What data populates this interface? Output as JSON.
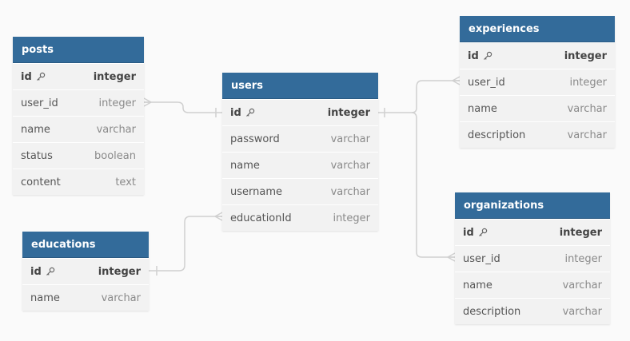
{
  "colors": {
    "header": "#336b9a",
    "row_bg": "#f2f2f2",
    "line": "#d0d0d0",
    "background": "#fafafa"
  },
  "tables": {
    "posts": {
      "name": "posts",
      "fields": [
        {
          "name": "id",
          "type": "integer",
          "pk": true
        },
        {
          "name": "user_id",
          "type": "integer"
        },
        {
          "name": "name",
          "type": "varchar"
        },
        {
          "name": "status",
          "type": "boolean"
        },
        {
          "name": "content",
          "type": "text"
        }
      ]
    },
    "users": {
      "name": "users",
      "fields": [
        {
          "name": "id",
          "type": "integer",
          "pk": true
        },
        {
          "name": "password",
          "type": "varchar"
        },
        {
          "name": "name",
          "type": "varchar"
        },
        {
          "name": "username",
          "type": "varchar"
        },
        {
          "name": "educationId",
          "type": "integer"
        }
      ]
    },
    "experiences": {
      "name": "experiences",
      "fields": [
        {
          "name": "id",
          "type": "integer",
          "pk": true
        },
        {
          "name": "user_id",
          "type": "integer"
        },
        {
          "name": "name",
          "type": "varchar"
        },
        {
          "name": "description",
          "type": "varchar"
        }
      ]
    },
    "educations": {
      "name": "educations",
      "fields": [
        {
          "name": "id",
          "type": "integer",
          "pk": true
        },
        {
          "name": "name",
          "type": "varchar"
        }
      ]
    },
    "organizations": {
      "name": "organizations",
      "fields": [
        {
          "name": "id",
          "type": "integer",
          "pk": true
        },
        {
          "name": "user_id",
          "type": "integer"
        },
        {
          "name": "name",
          "type": "varchar"
        },
        {
          "name": "description",
          "type": "varchar"
        }
      ]
    }
  },
  "relations": [
    {
      "from": "posts.user_id",
      "to": "users.id",
      "from_card": "many",
      "to_card": "one"
    },
    {
      "from": "users.id",
      "to": "experiences.user_id",
      "from_card": "one",
      "to_card": "many"
    },
    {
      "from": "users.id",
      "to": "organizations.user_id",
      "from_card": "one",
      "to_card": "many"
    },
    {
      "from": "educations.id",
      "to": "users.educationId",
      "from_card": "one",
      "to_card": "many"
    }
  ]
}
